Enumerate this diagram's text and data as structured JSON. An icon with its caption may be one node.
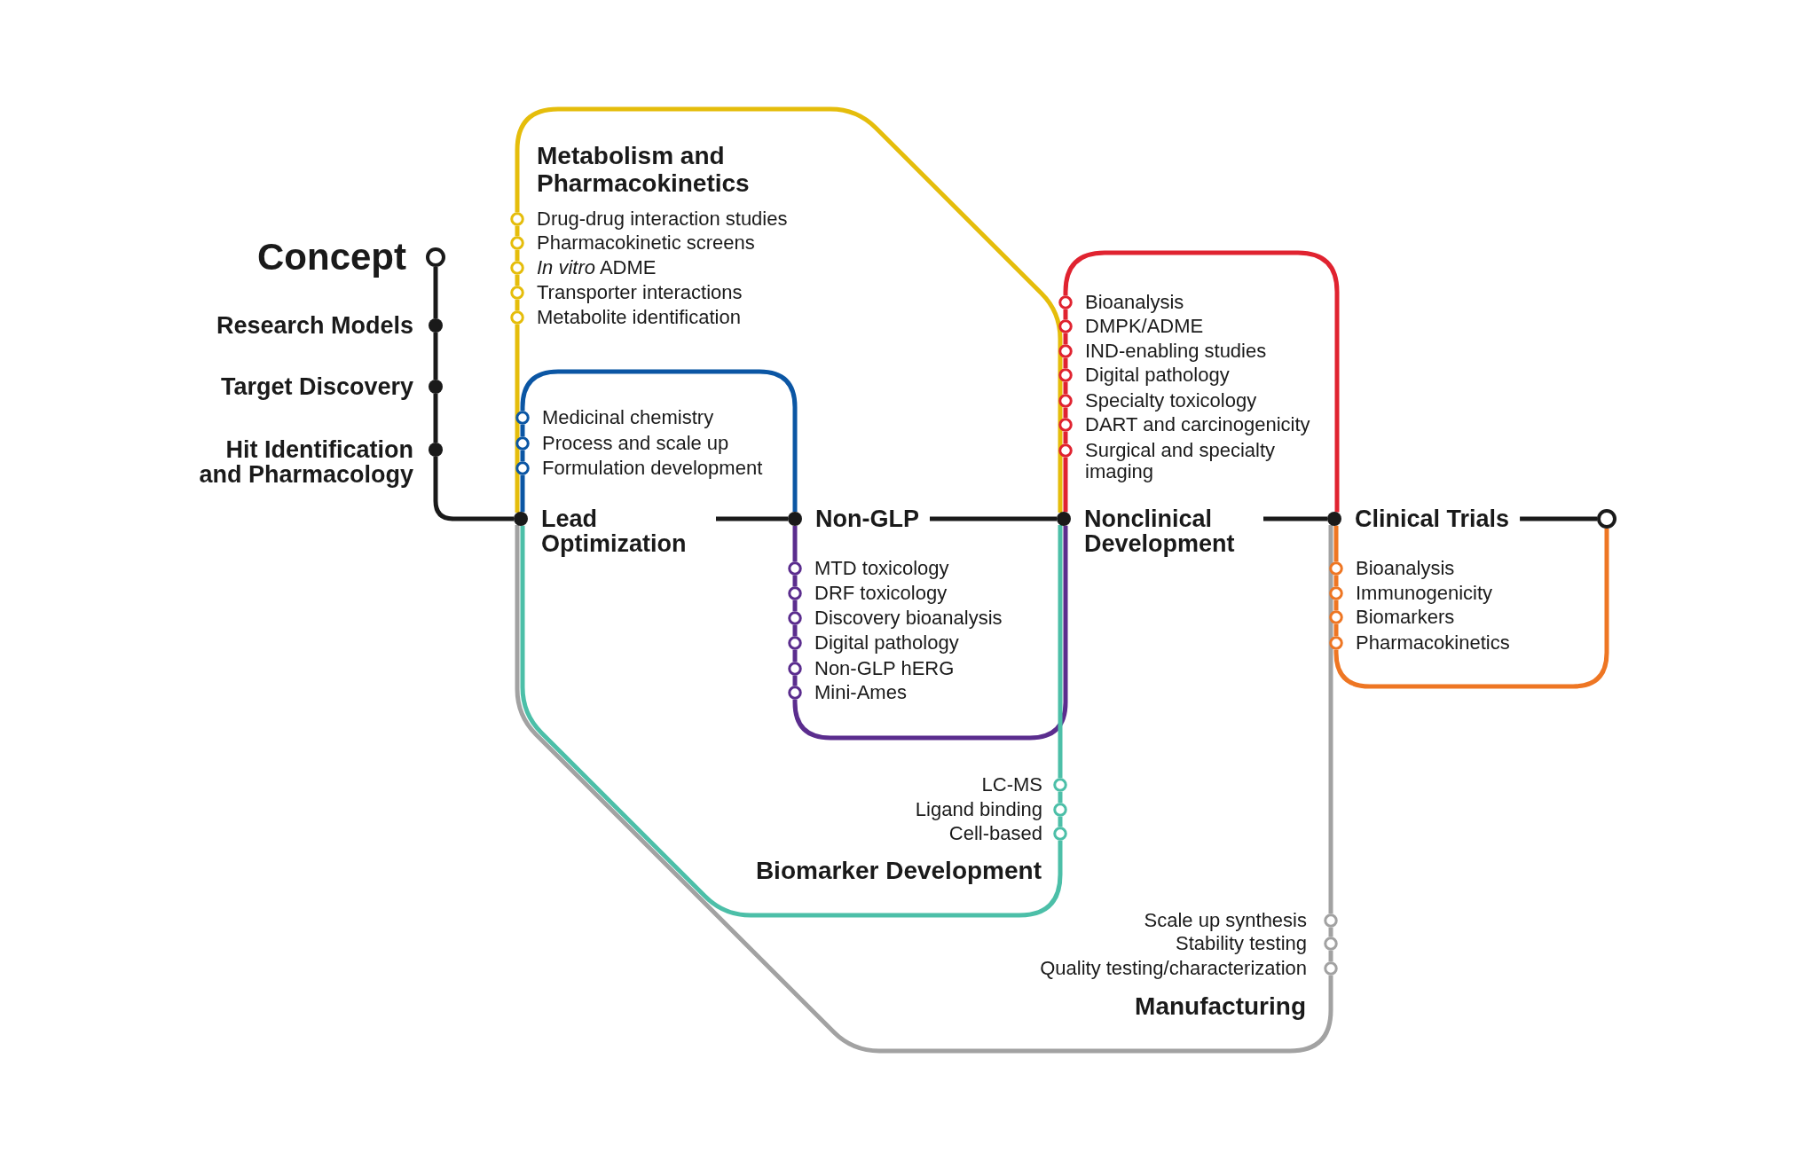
{
  "diagram": {
    "nodes": [
      {
        "text": [
          "Concept"
        ]
      },
      {
        "text": [
          "Research Models"
        ]
      },
      {
        "text": [
          "Target Discovery"
        ]
      },
      {
        "text": [
          "Hit Identification and Pharmacology"
        ]
      },
      {
        "text": [
          "Drug-drug interaction studies"
        ]
      },
      {
        "text": [
          "Pharmacokinetic screens"
        ]
      },
      {
        "text": [
          "*In vitro* ADME"
        ]
      },
      {
        "text": [
          "Transporter interactions"
        ]
      },
      {
        "text": [
          "Metabolite identification"
        ]
      },
      {
        "text": [
          "Bioanalysis"
        ]
      },
      {
        "text": [
          "DMPK/ADME"
        ]
      },
      {
        "text": [
          "IND-enabling studies"
        ]
      },
      {
        "text": [
          "Digital pathology"
        ]
      },
      {
        "text": [
          "Specialty toxicology"
        ]
      },
      {
        "text": [
          "DART and carcinogenicity"
        ]
      },
      {
        "text": [
          "Surgical and specialty imaging"
        ]
      },
      {
        "text": [
          "Medicinal chemistry"
        ]
      },
      {
        "text": [
          "Process and scale up"
        ]
      },
      {
        "text": [
          "Formulation development"
        ]
      },
      {
        "text": [
          "Lead Optimization"
        ]
      },
      {
        "text": [
          "Non-GLP"
        ]
      },
      {
        "text": [
          "Nonclinical Development"
        ]
      },
      {
        "text": [
          "Clinical Trials"
        ]
      },
      {
        "text": [],
        "shape": "circle"
      },
      {
        "text": [
          "MTD toxicology"
        ]
      },
      {
        "text": [
          "DRF toxicology"
        ]
      },
      {
        "text": [
          "Discovery bioanalysis"
        ]
      },
      {
        "text": [
          "Digital pathology"
        ]
      },
      {
        "text": [
          "Non-GLP hERG"
        ]
      },
      {
        "text": [
          "Mini-Ames"
        ]
      },
      {
        "text": [
          "Bioanalysis"
        ]
      },
      {
        "text": [
          "Immunogenicity"
        ]
      },
      {
        "text": [
          "Biomarkers"
        ]
      },
      {
        "text": [
          "Pharmacokinetics"
        ]
      },
      {
        "text": [
          "LC-MS"
        ]
      },
      {
        "text": [
          "Ligand binding"
        ]
      },
      {
        "text": [
          "Cell-based"
        ]
      },
      {
        "text": [
          "Scale up synthesis"
        ]
      },
      {
        "text": [
          "Stability testing"
        ]
      },
      {
        "text": [
          "Quality testing/characterization"
        ]
      }
    ],
    "edges": [
      {
        "from": 0,
        "to": 1,
        "arrow": "none",
        "color": "#1a1a1a"
      },
      {
        "from": 1,
        "to": 2,
        "arrow": "none",
        "color": "#1a1a1a"
      },
      {
        "from": 2,
        "to": 3,
        "arrow": "none",
        "color": "#1a1a1a"
      },
      {
        "from": 3,
        "to": 19,
        "arrow": "none",
        "color": "#1a1a1a"
      },
      {
        "from": 19,
        "to": 20,
        "arrow": "none",
        "color": "#1a1a1a"
      },
      {
        "from": 20,
        "to": 21,
        "arrow": "none",
        "color": "#1a1a1a"
      },
      {
        "from": 21,
        "to": 22,
        "arrow": "none",
        "color": "#1a1a1a"
      },
      {
        "from": 22,
        "to": 23,
        "arrow": "none",
        "color": "#1a1a1a"
      },
      {
        "from": 19,
        "to": 8,
        "arrow": "none",
        "color": "#e5bd0b"
      },
      {
        "from": 8,
        "to": 7,
        "arrow": "none",
        "color": "#e5bd0b"
      },
      {
        "from": 7,
        "to": 6,
        "arrow": "none",
        "color": "#e5bd0b"
      },
      {
        "from": 6,
        "to": 5,
        "arrow": "none",
        "color": "#e5bd0b"
      },
      {
        "from": 5,
        "to": 4,
        "arrow": "none",
        "color": "#e5bd0b"
      },
      {
        "from": 4,
        "to": 21,
        "arrow": "none",
        "color": "#e5bd0b"
      },
      {
        "from": 19,
        "to": 18,
        "arrow": "none",
        "color": "#0b56a4"
      },
      {
        "from": 18,
        "to": 17,
        "arrow": "none",
        "color": "#0b56a4"
      },
      {
        "from": 17,
        "to": 16,
        "arrow": "none",
        "color": "#0b56a4"
      },
      {
        "from": 16,
        "to": 20,
        "arrow": "none",
        "color": "#0b56a4"
      },
      {
        "from": 20,
        "to": 24,
        "arrow": "none",
        "color": "#5b2d8e"
      },
      {
        "from": 24,
        "to": 25,
        "arrow": "none",
        "color": "#5b2d8e"
      },
      {
        "from": 25,
        "to": 26,
        "arrow": "none",
        "color": "#5b2d8e"
      },
      {
        "from": 26,
        "to": 27,
        "arrow": "none",
        "color": "#5b2d8e"
      },
      {
        "from": 27,
        "to": 28,
        "arrow": "none",
        "color": "#5b2d8e"
      },
      {
        "from": 28,
        "to": 29,
        "arrow": "none",
        "color": "#5b2d8e"
      },
      {
        "from": 29,
        "to": 21,
        "arrow": "none",
        "color": "#5b2d8e"
      },
      {
        "from": 21,
        "to": 15,
        "arrow": "none",
        "color": "#e02330"
      },
      {
        "from": 15,
        "to": 14,
        "arrow": "none",
        "color": "#e02330"
      },
      {
        "from": 14,
        "to": 13,
        "arrow": "none",
        "color": "#e02330"
      },
      {
        "from": 13,
        "to": 12,
        "arrow": "none",
        "color": "#e02330"
      },
      {
        "from": 12,
        "to": 11,
        "arrow": "none",
        "color": "#e02330"
      },
      {
        "from": 11,
        "to": 10,
        "arrow": "none",
        "color": "#e02330"
      },
      {
        "from": 10,
        "to": 9,
        "arrow": "none",
        "color": "#e02330"
      },
      {
        "from": 9,
        "to": 22,
        "arrow": "none",
        "color": "#e02330"
      },
      {
        "from": 22,
        "to": 30,
        "arrow": "none",
        "color": "#ee7623"
      },
      {
        "from": 30,
        "to": 31,
        "arrow": "none",
        "color": "#ee7623"
      },
      {
        "from": 31,
        "to": 32,
        "arrow": "none",
        "color": "#ee7623"
      },
      {
        "from": 32,
        "to": 33,
        "arrow": "none",
        "color": "#ee7623"
      },
      {
        "from": 33,
        "to": 23,
        "arrow": "none",
        "color": "#ee7623"
      },
      {
        "from": 19,
        "to": 36,
        "arrow": "none",
        "color": "#4cbfa8"
      },
      {
        "from": 36,
        "to": 35,
        "arrow": "none",
        "color": "#4cbfa8"
      },
      {
        "from": 35,
        "to": 34,
        "arrow": "none",
        "color": "#4cbfa8"
      },
      {
        "from": 34,
        "to": 21,
        "arrow": "none",
        "color": "#4cbfa8"
      },
      {
        "from": 19,
        "to": 39,
        "arrow": "none",
        "color": "#a2a2a2"
      },
      {
        "from": 39,
        "to": 38,
        "arrow": "none",
        "color": "#a2a2a2"
      },
      {
        "from": 38,
        "to": 37,
        "arrow": "none",
        "color": "#a2a2a2"
      },
      {
        "from": 37,
        "to": 22,
        "arrow": "none",
        "color": "#a2a2a2"
      }
    ],
    "labels": [
      "Metabolism and Pharmacokinetics",
      "Biomarker Development",
      "Manufacturing"
    ]
  }
}
